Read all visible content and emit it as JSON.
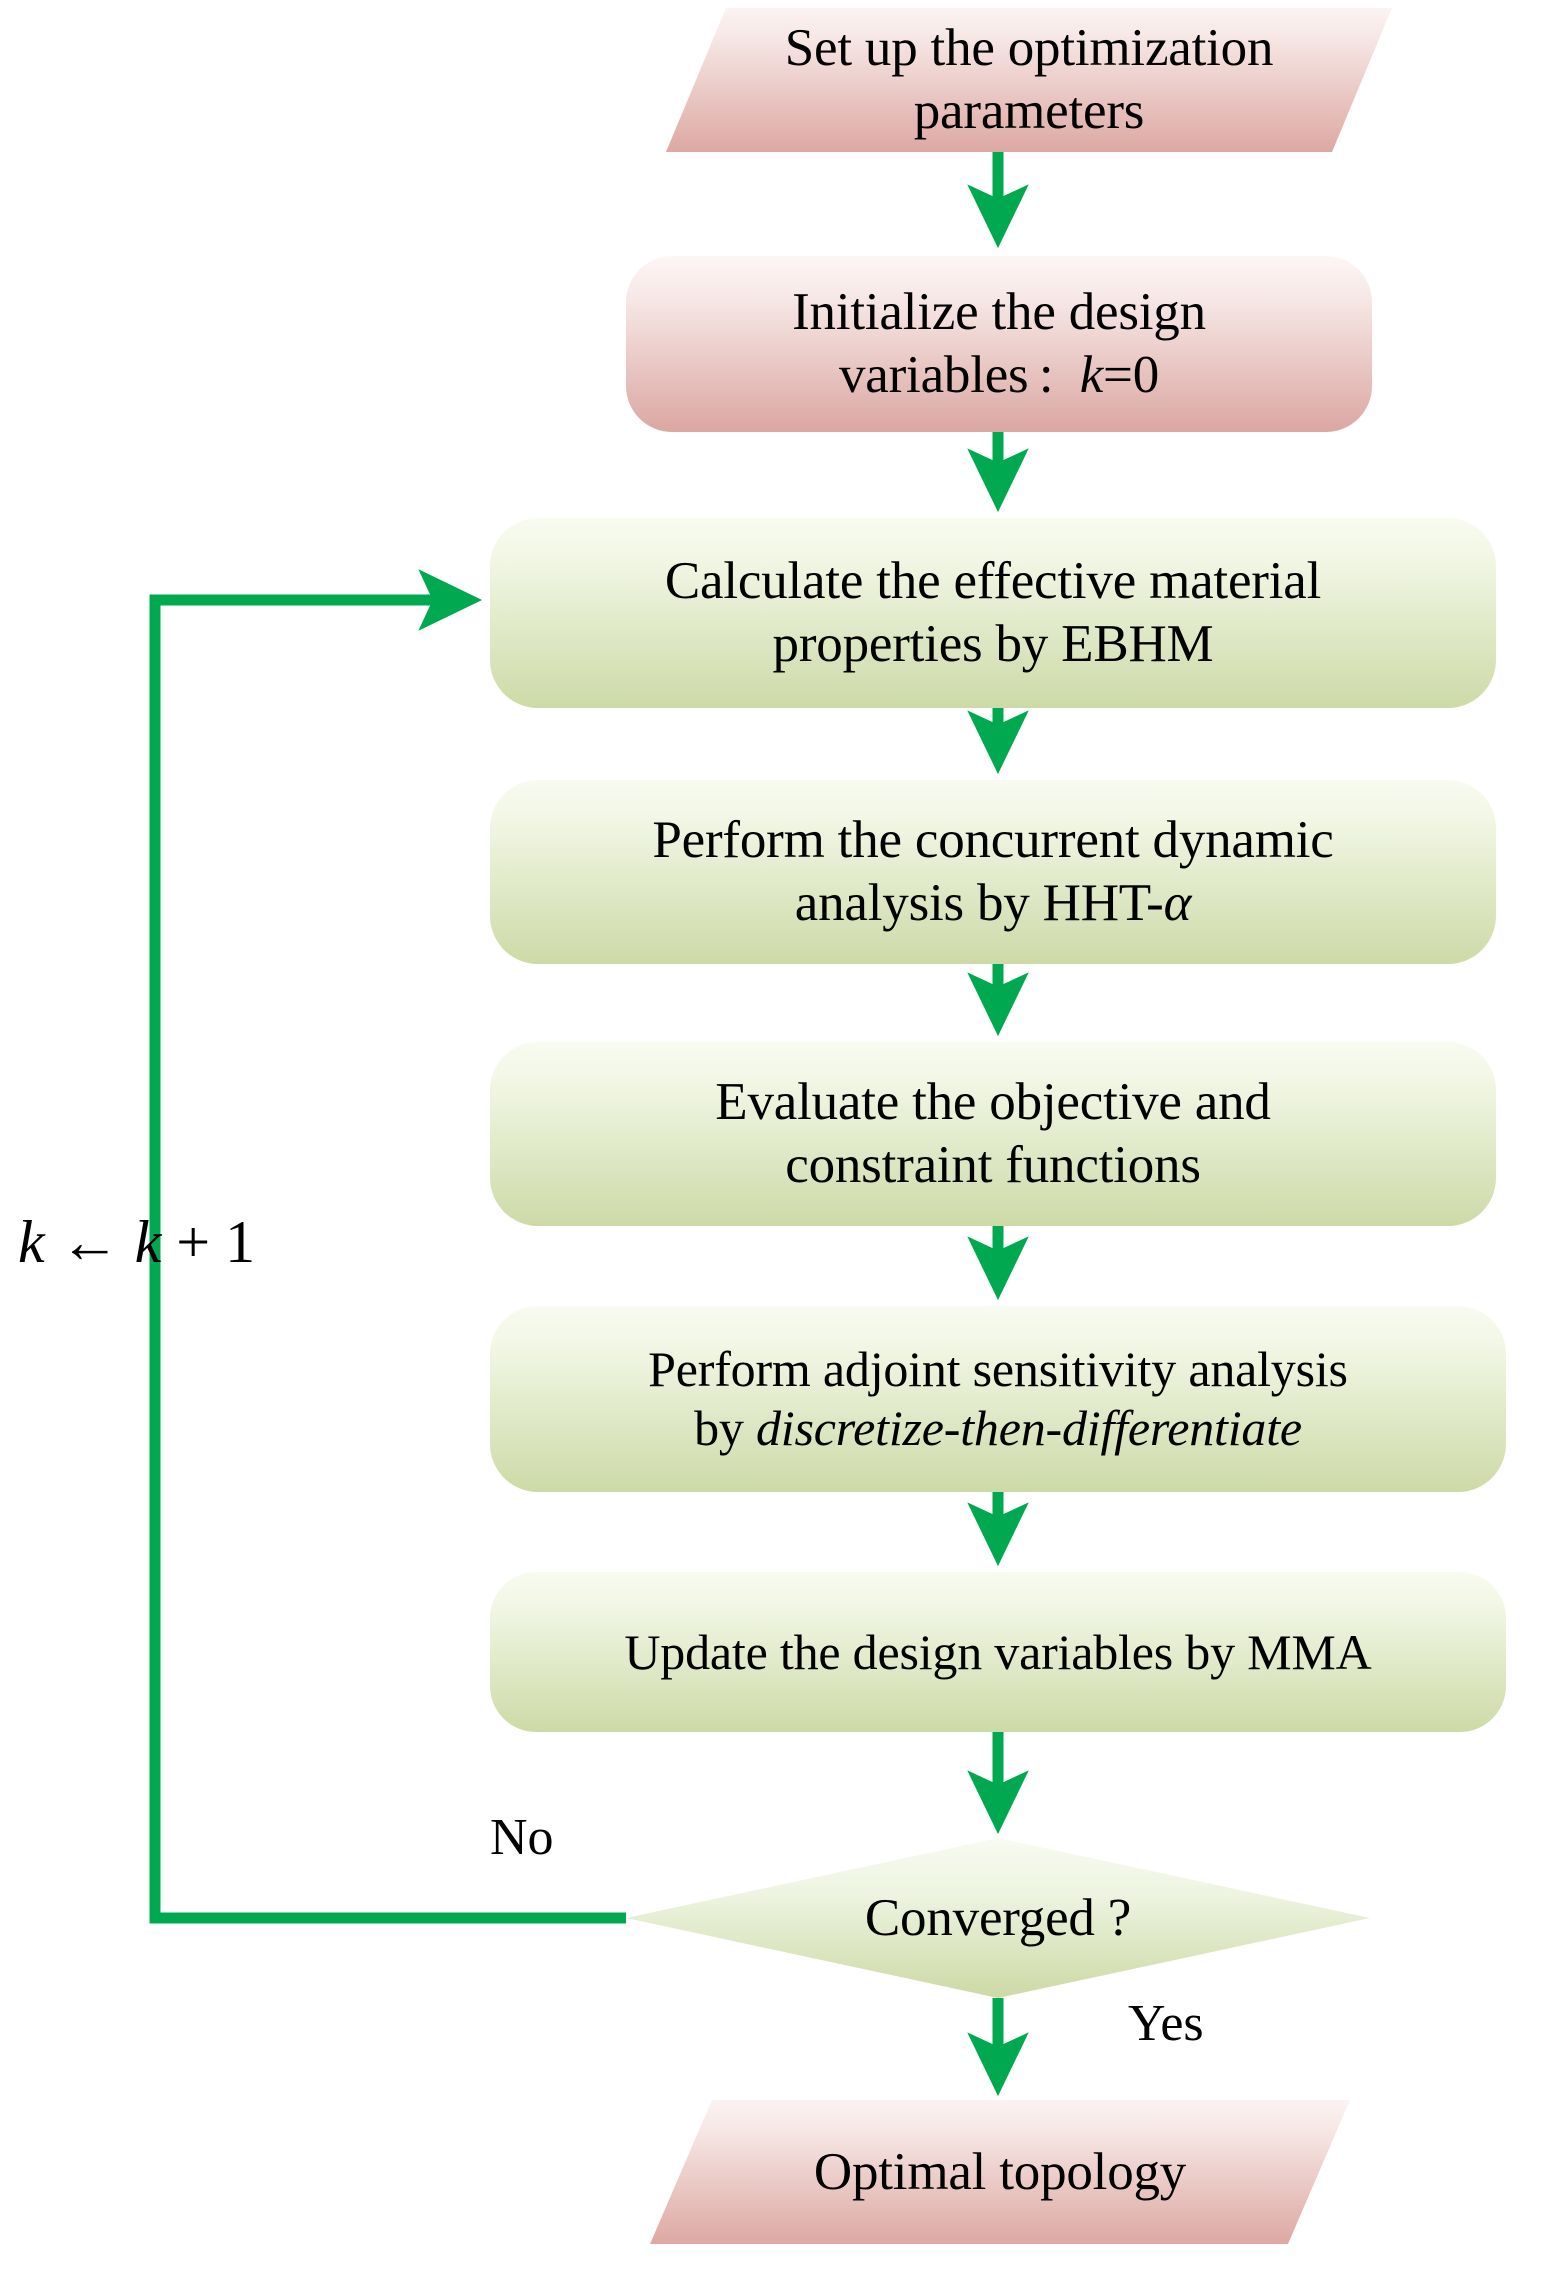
{
  "diagram": {
    "title": "Topology optimization flowchart",
    "type": "flowchart",
    "background": "#ffffff",
    "colors": {
      "terminal_fill_top": "#faf0ef",
      "terminal_fill_bottom": "#dfa9a4",
      "process_fill_top": "#f6faef",
      "process_fill_bottom": "#cfdcac",
      "decision_fill_top": "#f3f8e9",
      "decision_fill_bottom": "#cfdcac",
      "connector": "#00a94f",
      "text": "#000000"
    }
  },
  "nodes": [
    {
      "id": "setup",
      "shape": "parallelogram",
      "style": "terminal",
      "lines": [
        "Set up the optimization",
        "parameters"
      ],
      "text": "Set up the optimization\nparameters"
    },
    {
      "id": "initialize",
      "shape": "rounded-rect",
      "style": "terminal",
      "lines": [
        "Initialize the design",
        "variables :  k=0"
      ],
      "text_prefix": "Initialize the design\nvariables : ",
      "math_var": "k",
      "math_rest": "=0"
    },
    {
      "id": "ebhm",
      "shape": "rounded-rect",
      "style": "process",
      "lines": [
        "Calculate the effective material",
        "properties by  EBHM"
      ],
      "text": "Calculate the effective material\nproperties by  EBHM"
    },
    {
      "id": "dynamic",
      "shape": "rounded-rect",
      "style": "process",
      "lines": [
        "Perform the concurrent dynamic",
        "analysis by HHT-α"
      ],
      "text_prefix": "Perform the concurrent dynamic\nanalysis by HHT-",
      "math_var": "α",
      "math_rest": ""
    },
    {
      "id": "evaluate",
      "shape": "rounded-rect",
      "style": "process",
      "lines": [
        "Evaluate the objective and",
        "constraint functions"
      ],
      "text": "Evaluate the objective and\nconstraint functions"
    },
    {
      "id": "sensitivity",
      "shape": "rounded-rect",
      "style": "process",
      "lines": [
        "Perform adjoint sensitivity analysis",
        "by discretize-then-differentiate"
      ],
      "text_prefix": "Perform adjoint sensitivity analysis\nby ",
      "italic_part": "discretize-then-differentiate"
    },
    {
      "id": "update",
      "shape": "rounded-rect",
      "style": "process",
      "lines": [
        "Update the design variables by MMA"
      ],
      "text": "Update the design variables by MMA"
    },
    {
      "id": "converged",
      "shape": "diamond",
      "style": "decision",
      "lines": [
        "Converged ?"
      ],
      "text": "Converged ?"
    },
    {
      "id": "optimal",
      "shape": "parallelogram",
      "style": "terminal",
      "lines": [
        "Optimal topology"
      ],
      "text": "Optimal topology"
    }
  ],
  "edge_labels": {
    "no": "No",
    "yes": "Yes",
    "increment_var": "k",
    "increment_arrow": "←",
    "increment_rest": "k",
    "increment_plus": "+",
    "increment_one": "1",
    "increment_full": "k ← k + 1"
  },
  "edges": [
    {
      "from": "setup",
      "to": "initialize",
      "label": ""
    },
    {
      "from": "initialize",
      "to": "ebhm",
      "label": ""
    },
    {
      "from": "ebhm",
      "to": "dynamic",
      "label": ""
    },
    {
      "from": "dynamic",
      "to": "evaluate",
      "label": ""
    },
    {
      "from": "evaluate",
      "to": "sensitivity",
      "label": ""
    },
    {
      "from": "sensitivity",
      "to": "update",
      "label": ""
    },
    {
      "from": "update",
      "to": "converged",
      "label": ""
    },
    {
      "from": "converged",
      "to": "ebhm",
      "label": "No"
    },
    {
      "from": "converged",
      "to": "optimal",
      "label": "Yes"
    }
  ]
}
